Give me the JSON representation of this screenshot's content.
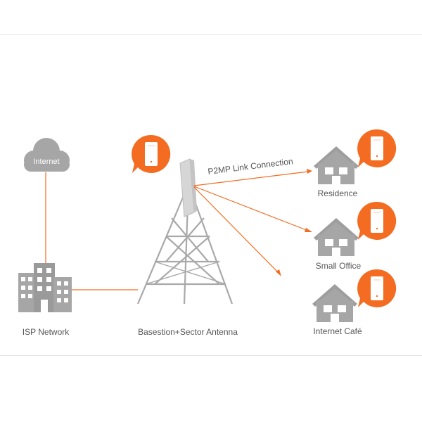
{
  "colors": {
    "accent": "#f36c21",
    "gray": "#a6a6a6",
    "dark_gray": "#8c8c8c",
    "text": "#555555"
  },
  "internet": {
    "label": "Internet",
    "icon": "cloud-icon"
  },
  "isp": {
    "label": "ISP Network",
    "icon": "building-icon"
  },
  "basestation": {
    "label": "Basestion+Sector Antenna",
    "icon": "tower-icon"
  },
  "link": {
    "label": "P2MP Link Connection"
  },
  "clients": [
    {
      "label": "Residence",
      "icon": "house-icon"
    },
    {
      "label": "Small Office",
      "icon": "house-icon"
    },
    {
      "label": "Internet Café",
      "icon": "house-icon"
    }
  ]
}
